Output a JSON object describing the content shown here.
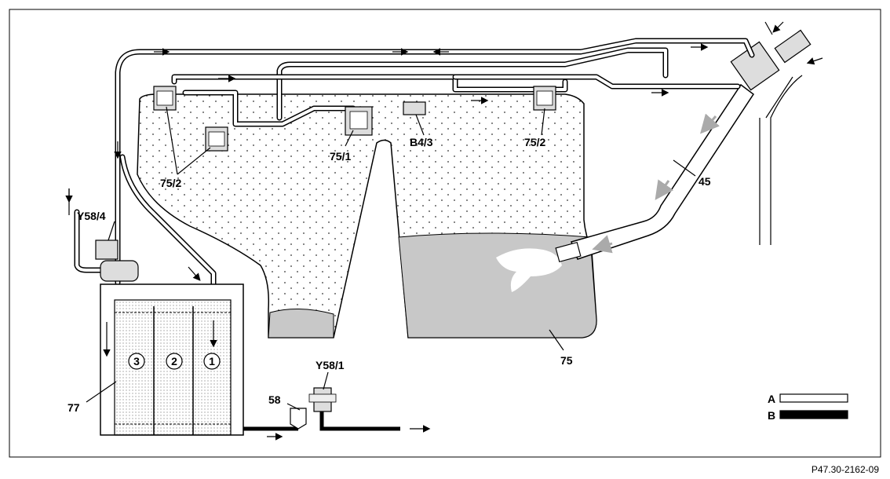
{
  "labels": {
    "y58_4": "Y58/4",
    "p75_2_left": "75/2",
    "p75_1": "75/1",
    "b4_3": "B4/3",
    "p75_2_right": "75/2",
    "p45": "45",
    "p75": "75",
    "p77": "77",
    "p58": "58",
    "y58_1": "Y58/1"
  },
  "chambers": [
    "3",
    "2",
    "1"
  ],
  "legend": {
    "a_label": "A",
    "b_label": "B"
  },
  "reference": "P47.30-2162-09",
  "colors": {
    "line": "#000000",
    "fuel": "#c8c8c8",
    "background": "#ffffff"
  }
}
